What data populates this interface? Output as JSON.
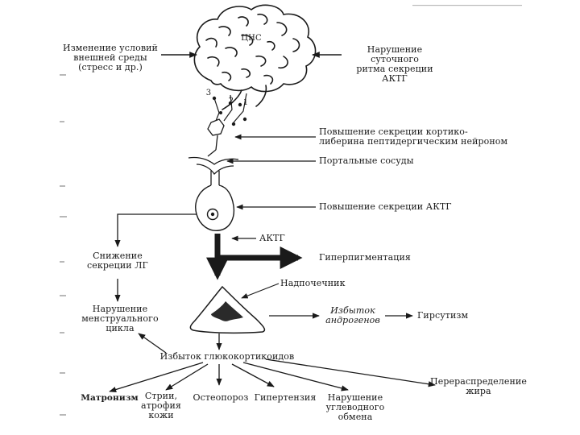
{
  "labels": {
    "cns": "ЦНС",
    "external_change": "Изменение условий\nвнешней среды\n(стресс и др.)",
    "circadian": "Нарушение суточного\nритма секреции АКТГ",
    "nuclei_1": "1",
    "nuclei_2": "2",
    "nuclei_3": "3",
    "crh_increase": "Повышение секреции кортико-\nлиберина пептидергическим нейроном",
    "portal_vessels": "Портальные сосуды",
    "acth_increase": "Повышение секреции АКТГ",
    "acth": "АКТГ",
    "hyperpigmentation": "Гиперпигментация",
    "lh_decrease": "Снижение\nсекреции ЛГ",
    "adrenal": "Надпочечник",
    "menstrual": "Нарушение\nменструального\nцикла",
    "androgen_excess": "Избыток\nандрогенов",
    "hirsutism": "Гирсутизм",
    "glucocorticoid_excess": "Избыток глюкокортикоидов",
    "fat_redistribution": "Перераспределение\nжира",
    "matronism": "Матронизм",
    "striae": "Стрии,\nатрофия\nкожи",
    "osteoporosis": "Остеопороз",
    "hypertension": "Гипертензия",
    "carb_metabolism": "Нарушение\nуглеводного\nобмена"
  },
  "colors": {
    "ink": "#1a1a1a",
    "background": "#ffffff",
    "nucleus_fill": "#2a2a2a"
  }
}
